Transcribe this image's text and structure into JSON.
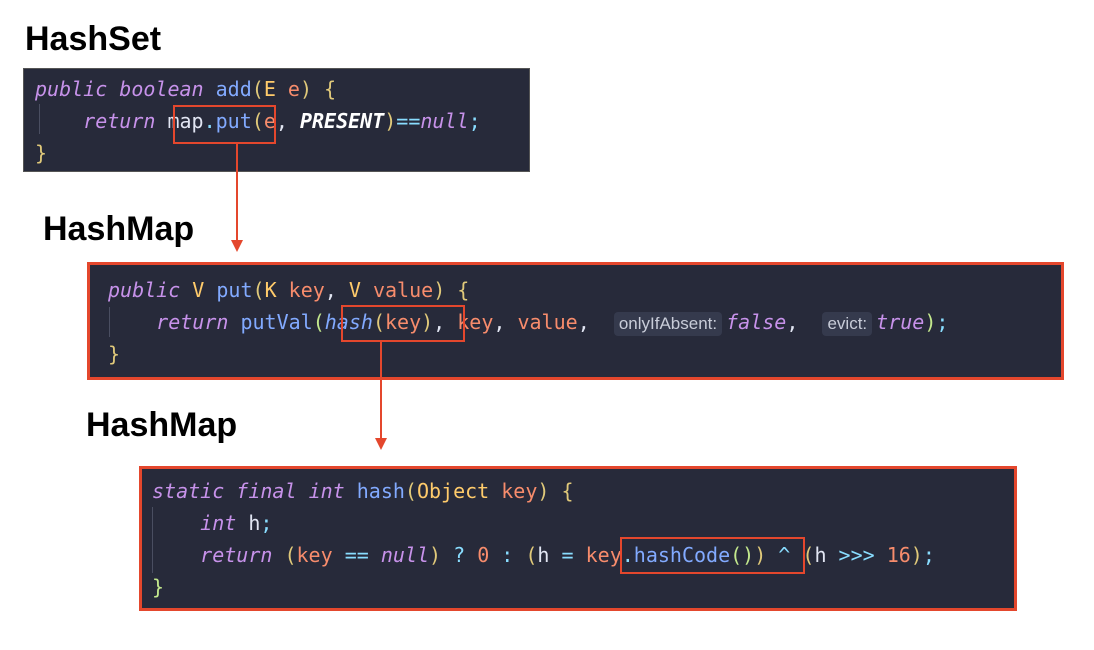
{
  "headings": {
    "hashset": "HashSet",
    "hashmap_put": "HashMap",
    "hashmap_hash": "HashMap"
  },
  "hashset_add": {
    "line1": {
      "kw1": "public",
      "kw2": "boolean",
      "fn": "add",
      "open": "(",
      "type": "E",
      "param": "e",
      "close": ")",
      "brace": "{"
    },
    "line2": {
      "kw": "return",
      "obj": "map",
      "dot": ".",
      "fn": "put",
      "open": "(",
      "arg1": "e",
      "comma": ",",
      "const": "PRESENT",
      "close": ")",
      "op": "==",
      "null": "null",
      "semi": ";"
    },
    "line3": {
      "brace": "}"
    }
  },
  "hashmap_put": {
    "line1": {
      "kw": "public",
      "type1": "V",
      "fn": "put",
      "open": "(",
      "type2": "K",
      "p1": "key",
      "comma": ",",
      "type3": "V",
      "p2": "value",
      "close": ")",
      "brace": "{"
    },
    "line2": {
      "kw": "return",
      "fn": "putVal",
      "open": "(",
      "hashfn": "hash",
      "open2": "(",
      "arg": "key",
      "close2": ")",
      "comma1": ",",
      "a2": "key",
      "comma2": ",",
      "a3": "value",
      "comma3": ",",
      "hint1": "onlyIfAbsent:",
      "v1": "false",
      "comma4": ",",
      "hint2": "evict:",
      "v2": "true",
      "close": ")",
      "semi": ";"
    },
    "line3": {
      "brace": "}"
    }
  },
  "hashmap_hash": {
    "line1": {
      "kw1": "static",
      "kw2": "final",
      "kw3": "int",
      "fn": "hash",
      "open": "(",
      "type": "Object",
      "param": "key",
      "close": ")",
      "brace": "{"
    },
    "line2": {
      "kw": "int",
      "var": "h",
      "semi": ";"
    },
    "line3": {
      "kw": "return",
      "open": "(",
      "key": "key",
      "op1": "==",
      "null": "null",
      "close": ")",
      "q": "?",
      "zero": "0",
      "colon": ":",
      "open2": "(",
      "h": "h",
      "eq": "=",
      "obj": "key",
      "dot": ".",
      "fn": "hashCode",
      "call": "()",
      "close2": ")",
      "xor": "^",
      "open3": "(",
      "h2": "h",
      "shift": ">>>",
      "num": "16",
      "close3": ")",
      "semi": ";"
    },
    "line4": {
      "brace": "}"
    }
  },
  "colors": {
    "accent": "#e4472d",
    "code_background": "#272a3a"
  }
}
